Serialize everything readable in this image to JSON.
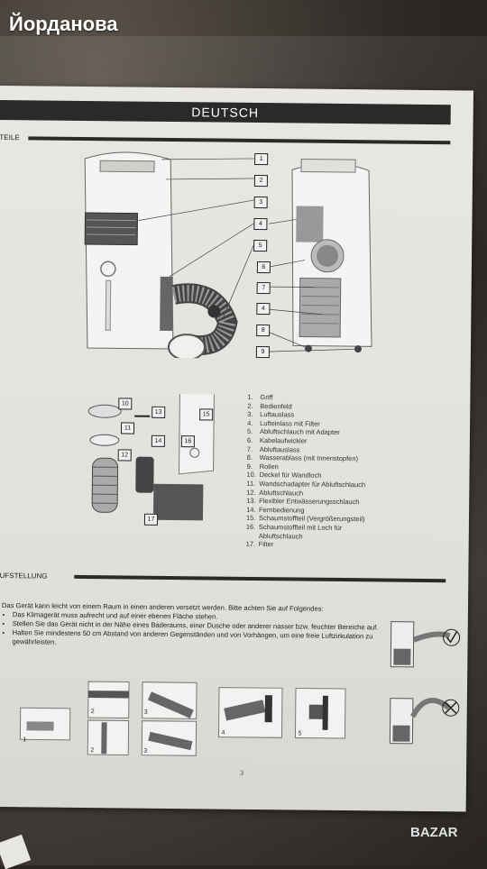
{
  "username": "Йорданова",
  "header": {
    "language": "DEUTSCH"
  },
  "sections": {
    "parts_title": "TEILE",
    "setup_title": "AUFSTELLUNG"
  },
  "callouts_front": [
    "1",
    "2",
    "3",
    "4",
    "5",
    "6",
    "7",
    "4",
    "8",
    "9"
  ],
  "callouts_acc": [
    "10",
    "11",
    "12",
    "13",
    "14",
    "15",
    "16",
    "17"
  ],
  "parts": [
    {
      "num": "1.",
      "label": "Griff"
    },
    {
      "num": "2.",
      "label": "Bedienfeld"
    },
    {
      "num": "3.",
      "label": "Luftauslass"
    },
    {
      "num": "4.",
      "label": "Lufteinlass mit Filter"
    },
    {
      "num": "5.",
      "label": "Abluftschlauch mit Adapter"
    },
    {
      "num": "6.",
      "label": "Kabelaufwickler"
    },
    {
      "num": "7.",
      "label": "Abluftauslass"
    },
    {
      "num": "8.",
      "label": "Wasserablass (mit Innenstopfen)"
    },
    {
      "num": "9.",
      "label": "Rollen"
    },
    {
      "num": "10.",
      "label": "Deckel für Wandloch"
    },
    {
      "num": "11.",
      "label": "Wandschadapter für Abluftschlauch"
    },
    {
      "num": "12.",
      "label": "Abluftschlauch"
    },
    {
      "num": "13.",
      "label": "Flexibler Entwässerungsschlauch"
    },
    {
      "num": "14.",
      "label": "Fernbedienung"
    },
    {
      "num": "15.",
      "label": "Schaumstoffteil (Vergrößerungsteil)"
    },
    {
      "num": "16.",
      "label": "Schaumstoffteil mit Loch für"
    },
    {
      "num": "",
      "label": "Abluftschlauch"
    },
    {
      "num": "17.",
      "label": "Filter"
    }
  ],
  "setup": {
    "intro": "Das Gerät kann leicht von einem Raum in einen anderen versetzt werden. Bitte achten Sie auf Folgendes:",
    "bullets": [
      "Das Klimagerät muss aufrecht und auf einer ebenen Fläche stehen.",
      "Stellen Sie das Gerät nicht in der Nähe eines Baderaums, einer Dusche oder anderer nasser bzw. feuchter Bereiche auf.",
      "Halten Sie mindestens 50 cm Abstand von anderen Gegenständen und von Vorhängen, um eine freie Luftzirkulation zu gewährleisten."
    ]
  },
  "step_labels": [
    "1",
    "2",
    "2",
    "3",
    "3",
    "4",
    "5"
  ],
  "page_number": "3",
  "watermark": "BAZAR"
}
